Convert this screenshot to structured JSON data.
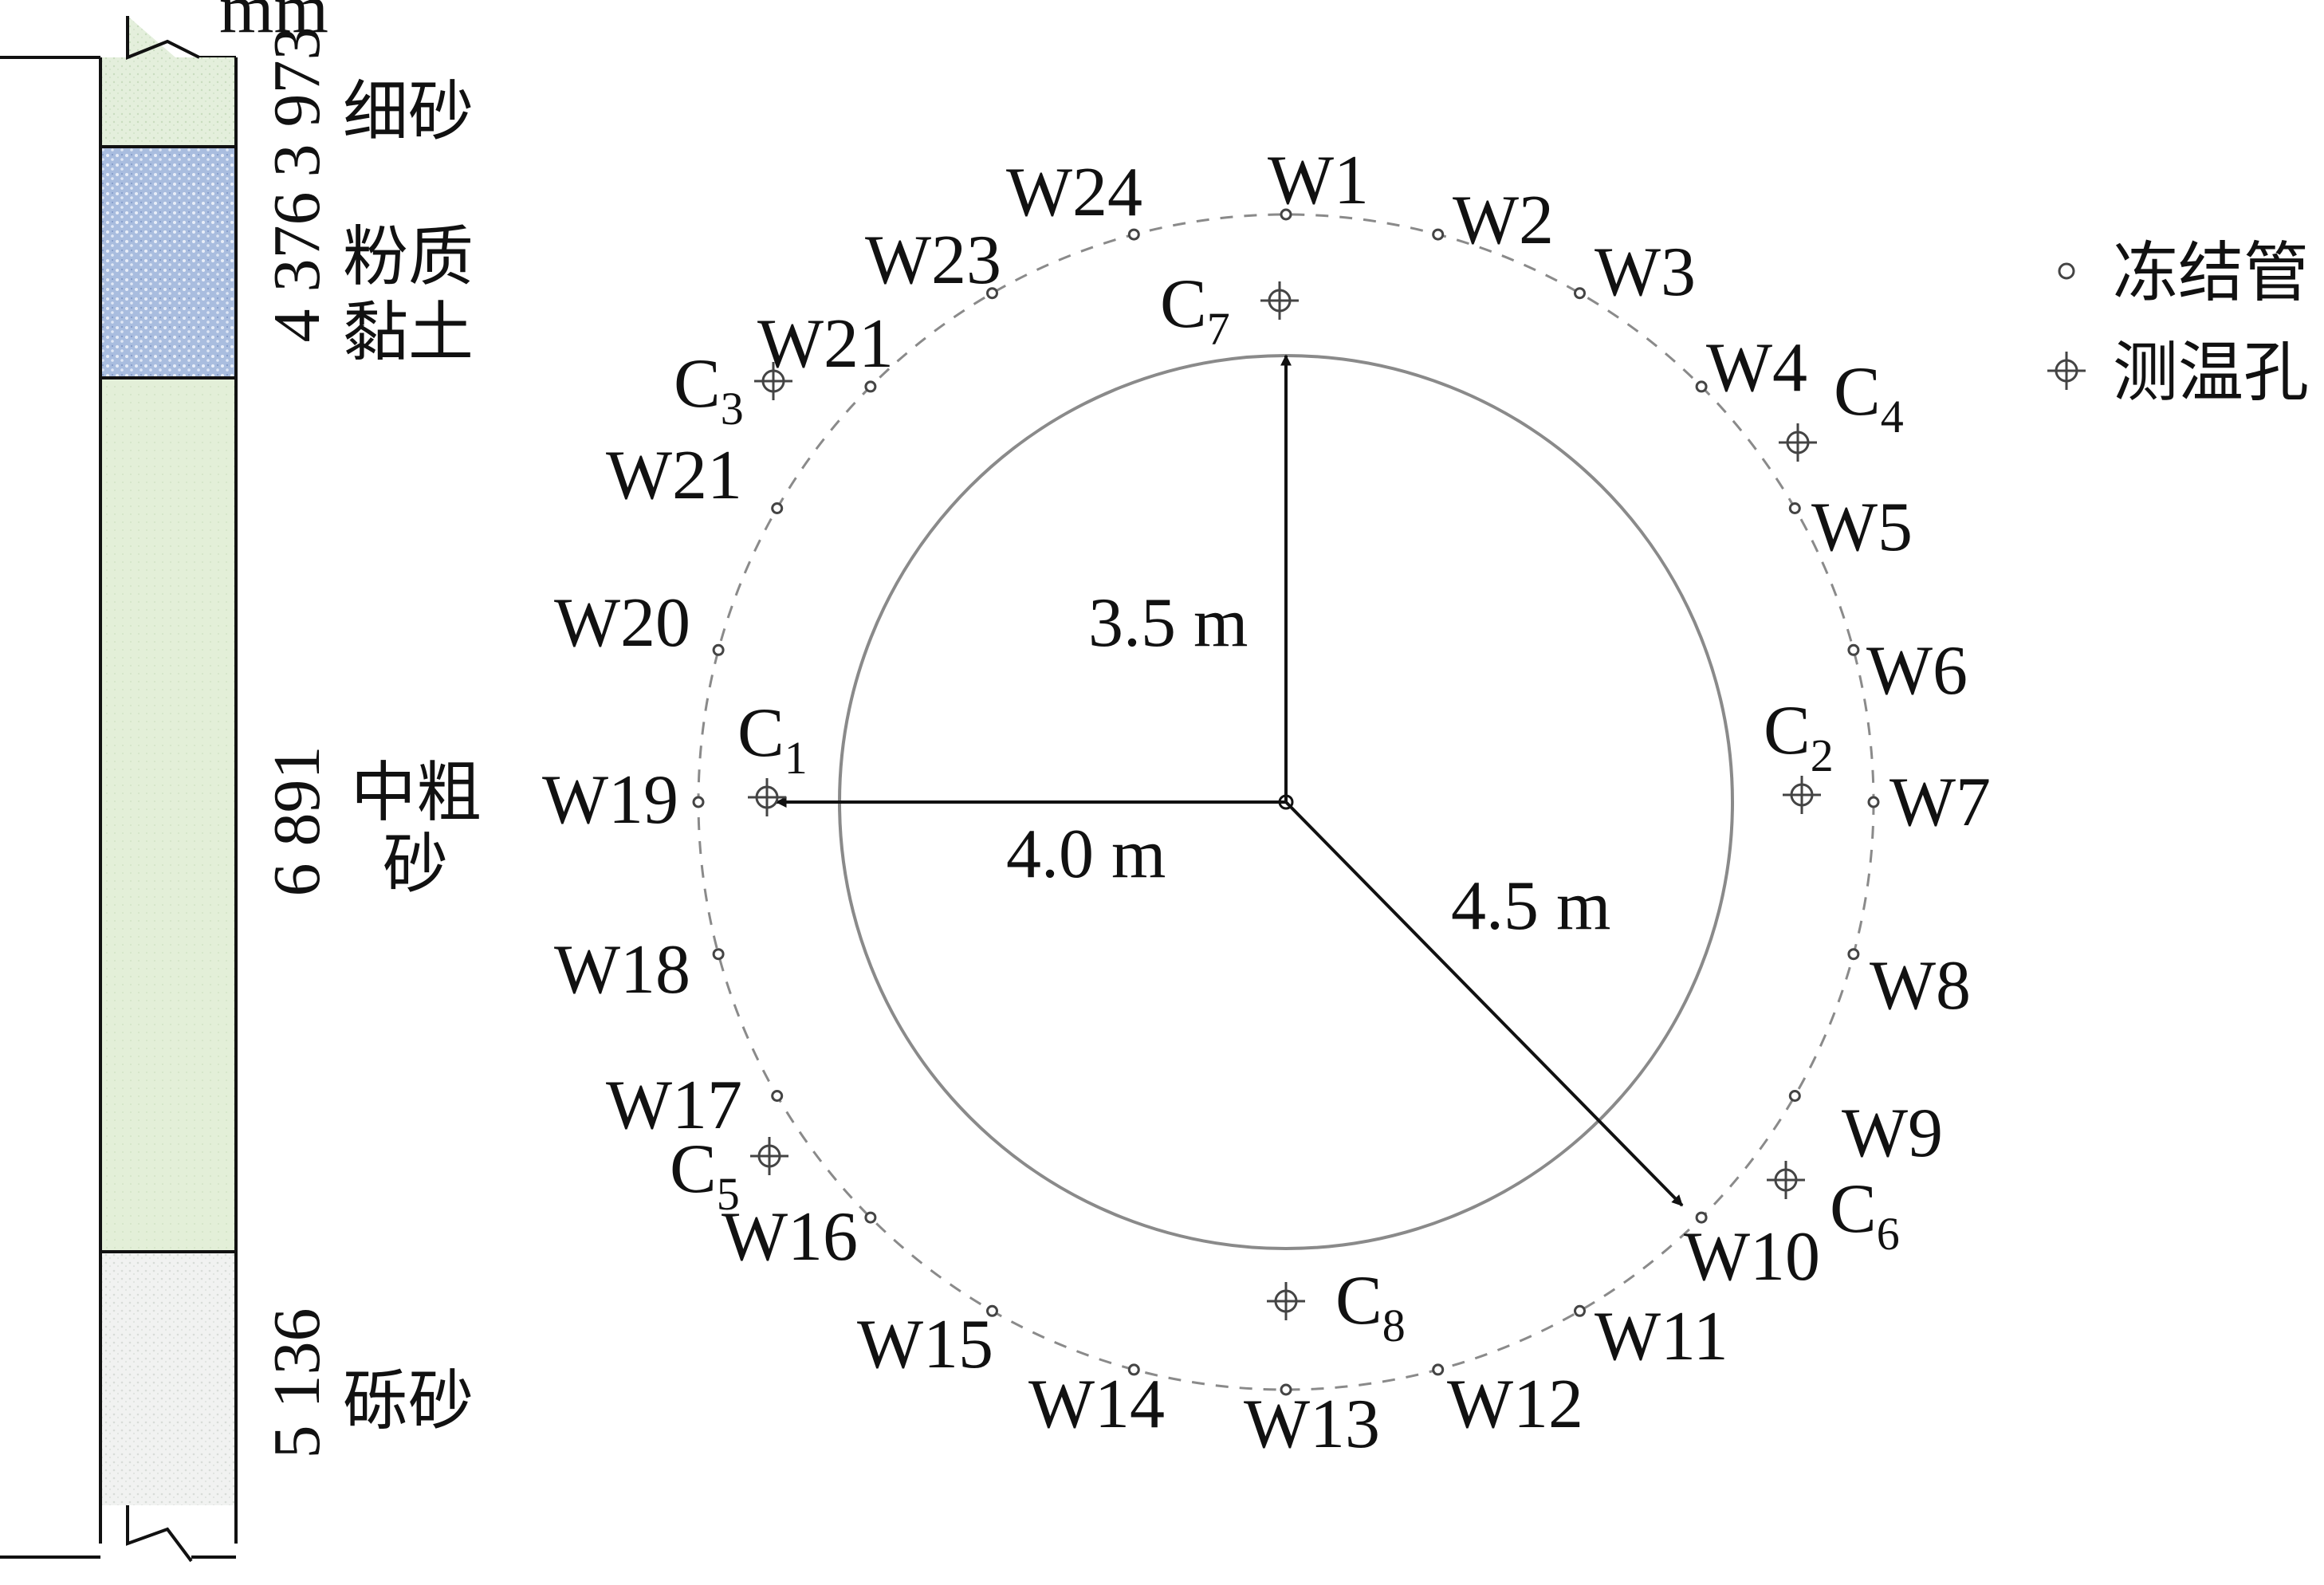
{
  "column": {
    "unit": "mm",
    "layers": [
      {
        "name": "细砂",
        "thickness": "3 973",
        "color": "#e4efdc"
      },
      {
        "name": [
          "粉质",
          "黏土"
        ],
        "thickness": "4 376",
        "color": "#a9bddf"
      },
      {
        "name": [
          "中粗",
          "砂"
        ],
        "thickness": "6 891",
        "color": "#e3efd8"
      },
      {
        "name": "砾砂",
        "thickness": "5 136",
        "color": "#eef0ee"
      }
    ]
  },
  "plan": {
    "radii": {
      "inner": "3.5 m",
      "sensor": "4.0 m",
      "pipes": "4.5 m"
    },
    "freeze_pipes": [
      "W1",
      "W2",
      "W3",
      "W4",
      "W5",
      "W6",
      "W7",
      "W8",
      "W9",
      "W10",
      "W11",
      "W12",
      "W13",
      "W14",
      "W15",
      "W16",
      "W17",
      "W18",
      "W19",
      "W20",
      "W21",
      "W21",
      "W23",
      "W24"
    ],
    "sensor_holes": [
      {
        "base": "C",
        "sub": "1"
      },
      {
        "base": "C",
        "sub": "2"
      },
      {
        "base": "C",
        "sub": "3"
      },
      {
        "base": "C",
        "sub": "4"
      },
      {
        "base": "C",
        "sub": "5"
      },
      {
        "base": "C",
        "sub": "6"
      },
      {
        "base": "C",
        "sub": "7"
      },
      {
        "base": "C",
        "sub": "8"
      }
    ]
  },
  "legend": {
    "freeze_pipe": "冻结管",
    "sensor_hole": "测温孔"
  }
}
